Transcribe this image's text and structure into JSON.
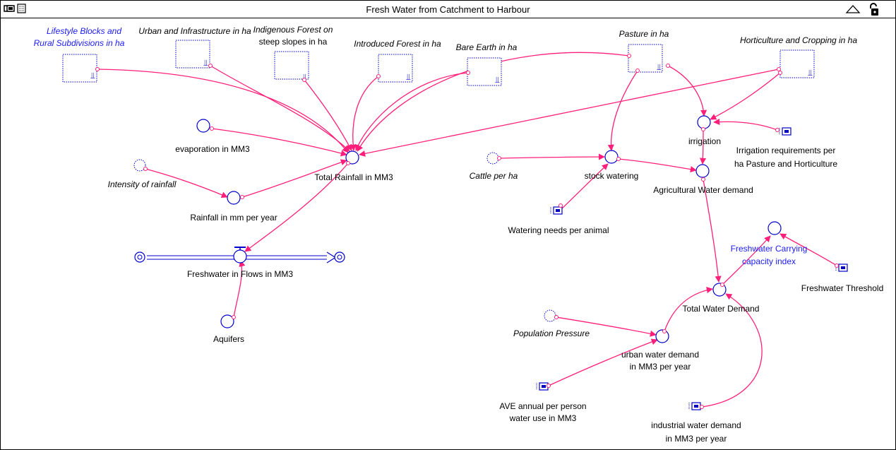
{
  "window": {
    "title": "Fresh Water from Catchment to Harbour"
  },
  "colors": {
    "link": "#ff1f7a",
    "node": "#0000cc",
    "ghost_label": "#1a1aff",
    "text": "#000000"
  },
  "labels": {
    "lifestyle_1": "Lifestyle Blocks and",
    "lifestyle_2": "Rural Subdivisions in ha",
    "urban_infra": "Urban and Infrastructure in ha",
    "indig_1": "Indigenous Forest on",
    "indig_2": "steep slopes in ha",
    "introduced": "Introduced Forest in ha",
    "bare_earth": "Bare Earth in ha",
    "pasture": "Pasture in ha",
    "horticulture": "Horticulture and Cropping in ha",
    "evaporation": "evaporation in MM3",
    "intensity": "Intensity of rainfall",
    "total_rainfall": "Total Rainfall in MM3",
    "rainfall_mm": "Rainfall in mm per year",
    "inflows": "Freshwater in Flows in MM3",
    "aquifers": "Aquifers",
    "cattle": "Cattle per ha",
    "stock_watering": "stock watering",
    "irrigation": "irrigation",
    "irr_req_1": "Irrigation requirements per",
    "irr_req_2": "ha Pasture and Horticulture",
    "ag_demand": "Agricultural Water demand",
    "watering_needs": "Watering needs per animal",
    "carrying_1": "Freshwater Carrying",
    "carrying_2": "capacity index",
    "threshold": "Freshwater Threshold",
    "total_demand": "Total Water Demand",
    "population": "Population Pressure",
    "urban_demand_1": "urban water demand",
    "urban_demand_2": "in MM3 per year",
    "ave_use_1": "AVE annual per person",
    "ave_use_2": "water use in MM3",
    "industrial_1": "industrial water demand",
    "industrial_2": "in MM3 per year"
  }
}
